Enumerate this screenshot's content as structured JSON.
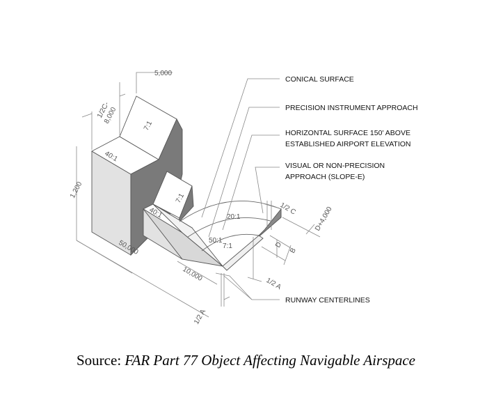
{
  "callouts": {
    "conical": "CONICAL SURFACE",
    "precision": "PRECISION INSTRUMENT APPROACH",
    "horizontal_1": "HORIZONTAL SURFACE 150' ABOVE",
    "horizontal_2": "ESTABLISHED AIRPORT ELEVATION",
    "visual_1": "VISUAL OR NON-PRECISION",
    "visual_2": "APPROACH (SLOPE-E)",
    "runway": "RUNWAY CENTERLINES"
  },
  "dimensions": {
    "d5000": "5,000",
    "half_c_8000_1": "1/2C-",
    "half_c_8000_2": "8,000",
    "d1200": "1,200",
    "d50000": "50,000",
    "d10000": "10,000",
    "half_c": "1/2  C",
    "d_plus_4000": "D+4,000",
    "b": "B",
    "d": "D",
    "half_a_right": "1/2  A",
    "half_a_bottom": "1/2  A"
  },
  "slopes": {
    "s40_top": "40:1",
    "s7_top": "7:1",
    "s40_low": "40:1",
    "s7_low": "7:1",
    "s20": "20:1",
    "s50": "50:1",
    "s7_mid": "7:1"
  },
  "caption": {
    "prefix": "Source: ",
    "title": "FAR Part 77 Object Affecting Navigable Airspace"
  }
}
